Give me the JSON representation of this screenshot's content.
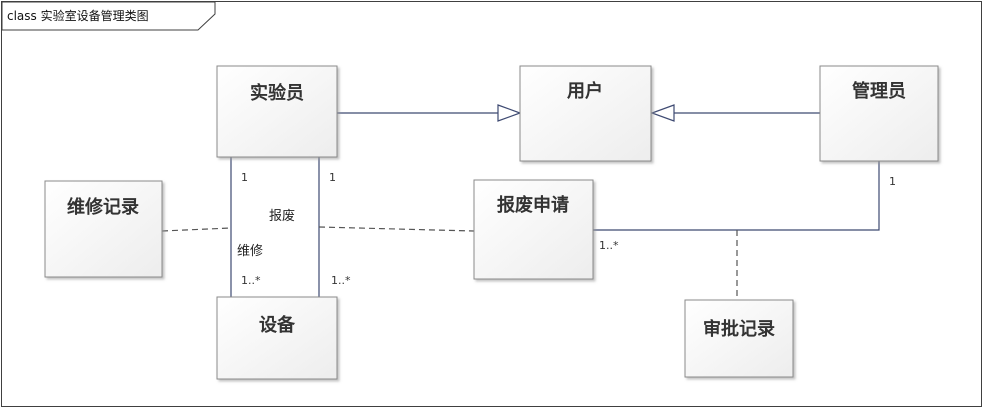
{
  "diagram": {
    "title": "class 实验室设备管理类图",
    "classes": {
      "experimenter": "实验员",
      "user": "用户",
      "admin": "管理员",
      "repair_record": "维修记录",
      "scrap_request": "报废申请",
      "equipment": "设备",
      "approval_record": "审批记录"
    },
    "associations": {
      "scrap_label": "报废",
      "repair_label": "维修"
    },
    "multiplicities": {
      "exp_left_top": "1",
      "exp_right_top": "1",
      "equip_left": "1..*",
      "equip_right": "1..*",
      "admin_bottom": "1",
      "scrap_right": "1..*"
    },
    "colors": {
      "box_fill": "#f7f7f7",
      "box_border": "#8a8a8a",
      "line": "#3e4a72",
      "dashed_line": "#555555"
    }
  }
}
